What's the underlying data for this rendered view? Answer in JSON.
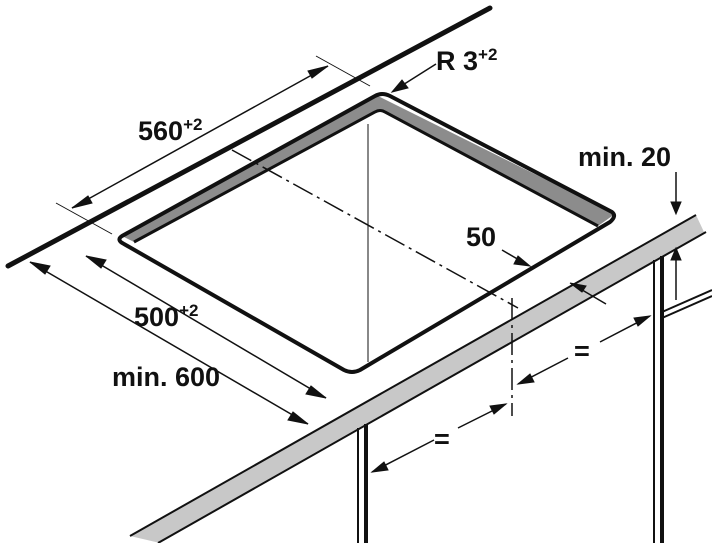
{
  "labels": {
    "radius": {
      "main": "R 3",
      "tolerance": "+2"
    },
    "cutout_depth": {
      "main": "560",
      "tolerance": "+2"
    },
    "cutout_width": {
      "main": "500",
      "tolerance": "+2"
    },
    "worktop_depth": "min. 600",
    "worktop_thickness": "min. 20",
    "edge_distance": "50",
    "equal_left": "=",
    "equal_right": "="
  },
  "colors": {
    "line": "#111111",
    "worktop_edge": "#c8c8c8",
    "hob_frame": "#8c8c8c"
  }
}
